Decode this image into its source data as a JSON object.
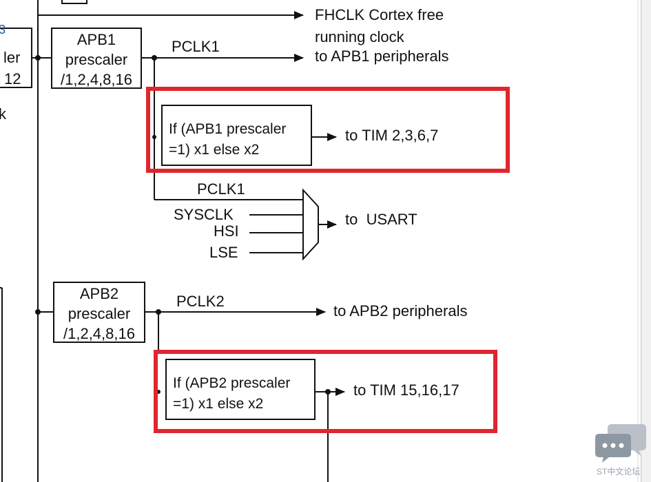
{
  "apb1": {
    "box_lines": [
      "APB1",
      "prescaler",
      "/1,2,4,8,16"
    ],
    "pclk_label": "PCLK1",
    "out_label": "to APB1 peripherals"
  },
  "fhclk": {
    "line1": "FHCLK Cortex free",
    "line2": "running clock"
  },
  "tim_apb1": {
    "box_lines": [
      "If (APB1 prescaler",
      "=1) x1 else x2"
    ],
    "out_label": "to TIM 2,3,6,7"
  },
  "usart": {
    "inputs": [
      "PCLK1",
      "SYSCLK",
      "HSI",
      "LSE"
    ],
    "out_label": "to  USART"
  },
  "apb2": {
    "box_lines": [
      "APB2",
      "prescaler",
      "/1,2,4,8,16"
    ],
    "pclk_label": "PCLK2",
    "out_label": "to APB2 peripherals"
  },
  "tim_apb2": {
    "box_lines": [
      "If (APB2 prescaler",
      "=1) x1 else x2"
    ],
    "out_label": "to TIM 15,16,17"
  },
  "left_partial": {
    "lines": [
      "ler",
      "12",
      "k"
    ]
  },
  "watermark": {
    "text": "ST中文论坛",
    "icon": "chat-bubbles-icon"
  },
  "colors": {
    "line": "#111111",
    "highlight": "#e0262c",
    "partial_text": "#1f4fa8"
  }
}
